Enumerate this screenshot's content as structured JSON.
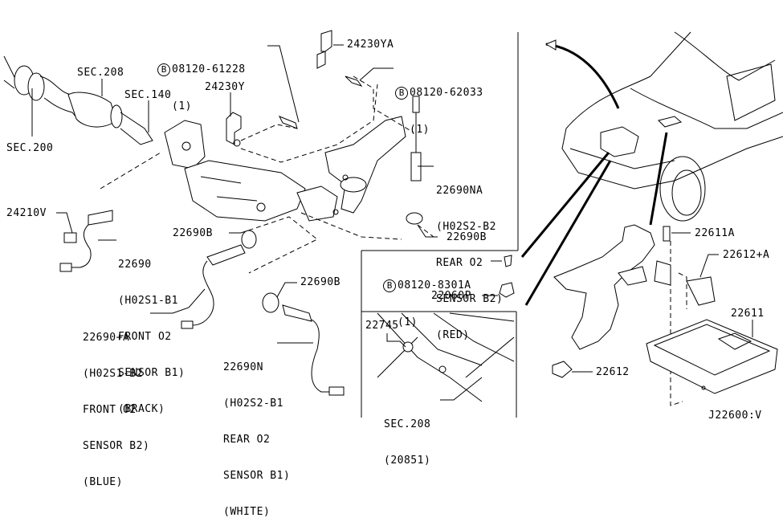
{
  "diagram": {
    "title": "Engine Control Module & Oxygen Sensors parts diagram",
    "diagram_code": "J22600:V",
    "bolt_marker": "B",
    "section_refs": [
      {
        "id": "sec200",
        "text": "SEC.200"
      },
      {
        "id": "sec208_top",
        "text": "SEC.208"
      },
      {
        "id": "sec140",
        "text": "SEC.140"
      },
      {
        "id": "sec208_inset",
        "text": "SEC.208",
        "sub": "(20851)"
      }
    ],
    "parts": [
      {
        "id": "bolt_61228",
        "part_no": "08120-61228",
        "qty": "(1)",
        "bolt": true
      },
      {
        "id": "p24230YA",
        "part_no": "24230YA"
      },
      {
        "id": "bolt_62033",
        "part_no": "08120-62033",
        "qty": "(1)",
        "bolt": true
      },
      {
        "id": "p24230Y",
        "part_no": "24230Y"
      },
      {
        "id": "p22690NA",
        "part_no": "22690NA",
        "desc": [
          "(H02S2-B2",
          "REAR O2",
          "SENSOR B2)",
          "(RED)"
        ]
      },
      {
        "id": "p22690B_right",
        "part_no": "22690B"
      },
      {
        "id": "p24210V",
        "part_no": "24210V"
      },
      {
        "id": "p22690",
        "part_no": "22690",
        "desc": [
          "(H02S1-B1",
          "FRONT O2",
          "SENSOR B1)",
          "(BRACK)"
        ]
      },
      {
        "id": "p22690B_left",
        "part_no": "22690B"
      },
      {
        "id": "p22690plusA",
        "part_no": "22690+A",
        "desc": [
          "(H02S1-B2",
          "FRONT O2",
          "SENSOR B2)",
          "(BLUE)"
        ]
      },
      {
        "id": "p22690B_mid",
        "part_no": "22690B"
      },
      {
        "id": "p22690N",
        "part_no": "22690N",
        "desc": [
          "(H02S2-B1",
          "REAR O2",
          "SENSOR B1)",
          "(WHITE)"
        ]
      },
      {
        "id": "bolt_8301A",
        "part_no": "08120-8301A",
        "qty": "(1)",
        "bolt": true
      },
      {
        "id": "p22060P",
        "part_no": "22060P"
      },
      {
        "id": "p22745",
        "part_no": "22745"
      },
      {
        "id": "p22611A",
        "part_no": "22611A"
      },
      {
        "id": "p22612plusA",
        "part_no": "22612+A"
      },
      {
        "id": "p22611",
        "part_no": "22611"
      },
      {
        "id": "p22612",
        "part_no": "22612"
      }
    ]
  }
}
